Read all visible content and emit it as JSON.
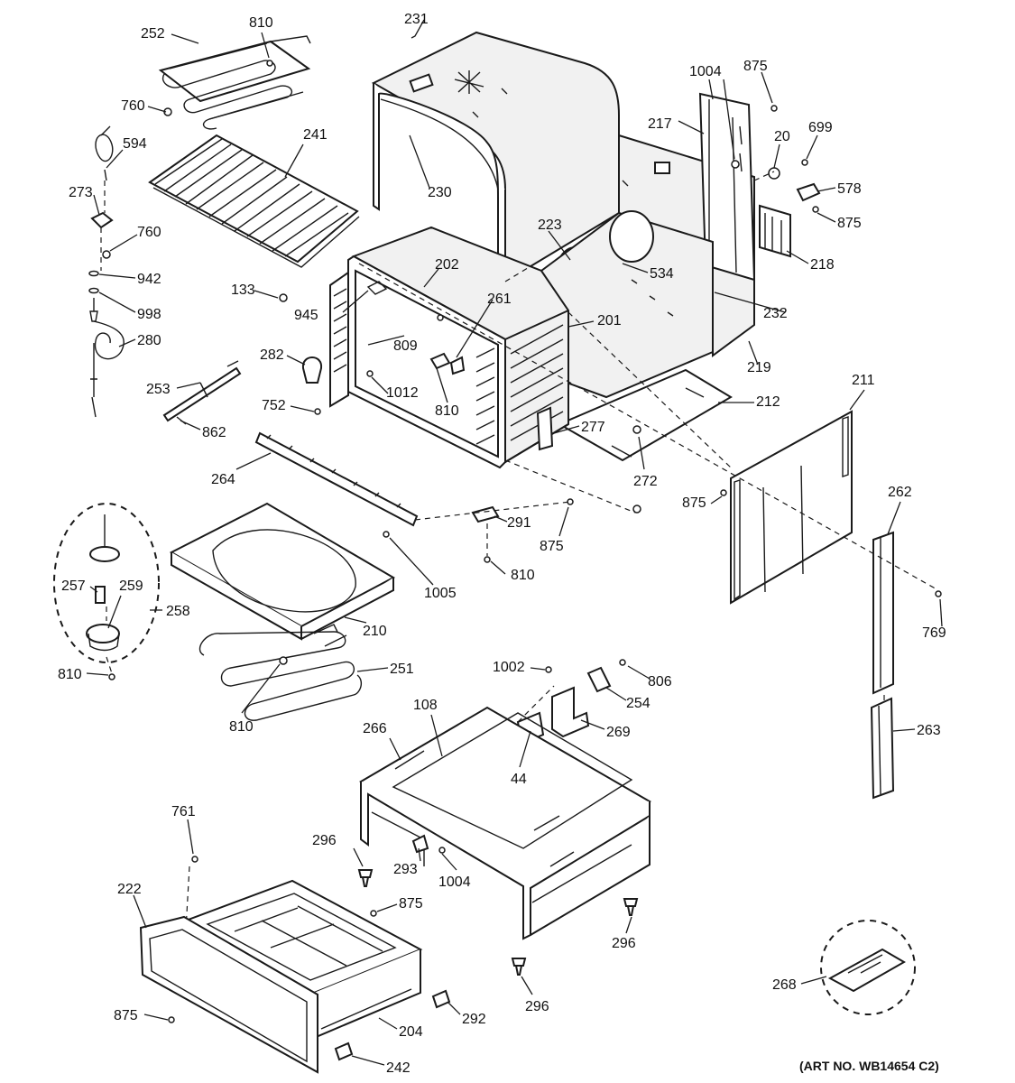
{
  "art_number": "(ART NO. WB14654 C2)",
  "parts": [
    {
      "id": "p252",
      "label": "252"
    },
    {
      "id": "p810a",
      "label": "810"
    },
    {
      "id": "p760a",
      "label": "760"
    },
    {
      "id": "p594",
      "label": "594"
    },
    {
      "id": "p241",
      "label": "241"
    },
    {
      "id": "p273",
      "label": "273"
    },
    {
      "id": "p760b",
      "label": "760"
    },
    {
      "id": "p942",
      "label": "942"
    },
    {
      "id": "p998",
      "label": "998"
    },
    {
      "id": "p280",
      "label": "280"
    },
    {
      "id": "p231",
      "label": "231"
    },
    {
      "id": "p230",
      "label": "230"
    },
    {
      "id": "p1004a",
      "label": "1004"
    },
    {
      "id": "p875a",
      "label": "875"
    },
    {
      "id": "p217",
      "label": "217"
    },
    {
      "id": "p20",
      "label": "20"
    },
    {
      "id": "p699",
      "label": "699"
    },
    {
      "id": "p578",
      "label": "578"
    },
    {
      "id": "p875b",
      "label": "875"
    },
    {
      "id": "p218",
      "label": "218"
    },
    {
      "id": "p223",
      "label": "223"
    },
    {
      "id": "p534",
      "label": "534"
    },
    {
      "id": "p232",
      "label": "232"
    },
    {
      "id": "p219",
      "label": "219"
    },
    {
      "id": "p133",
      "label": "133"
    },
    {
      "id": "p202",
      "label": "202"
    },
    {
      "id": "p945",
      "label": "945"
    },
    {
      "id": "p261",
      "label": "261"
    },
    {
      "id": "p201",
      "label": "201"
    },
    {
      "id": "p809",
      "label": "809"
    },
    {
      "id": "p282",
      "label": "282"
    },
    {
      "id": "p1012",
      "label": "1012"
    },
    {
      "id": "p810b",
      "label": "810"
    },
    {
      "id": "p253",
      "label": "253"
    },
    {
      "id": "p752",
      "label": "752"
    },
    {
      "id": "p862",
      "label": "862"
    },
    {
      "id": "p212",
      "label": "212"
    },
    {
      "id": "p211",
      "label": "211"
    },
    {
      "id": "p277",
      "label": "277"
    },
    {
      "id": "p272",
      "label": "272"
    },
    {
      "id": "p264",
      "label": "264"
    },
    {
      "id": "p875c",
      "label": "875"
    },
    {
      "id": "p262",
      "label": "262"
    },
    {
      "id": "p291",
      "label": "291"
    },
    {
      "id": "p875d",
      "label": "875"
    },
    {
      "id": "p1005",
      "label": "1005"
    },
    {
      "id": "p810c",
      "label": "810"
    },
    {
      "id": "p769",
      "label": "769"
    },
    {
      "id": "p257",
      "label": "257"
    },
    {
      "id": "p259",
      "label": "259"
    },
    {
      "id": "p258",
      "label": "258"
    },
    {
      "id": "p210",
      "label": "210"
    },
    {
      "id": "p810d",
      "label": "810"
    },
    {
      "id": "p251",
      "label": "251"
    },
    {
      "id": "p810e",
      "label": "810"
    },
    {
      "id": "p1002",
      "label": "1002"
    },
    {
      "id": "p806",
      "label": "806"
    },
    {
      "id": "p254",
      "label": "254"
    },
    {
      "id": "p108",
      "label": "108"
    },
    {
      "id": "p266",
      "label": "266"
    },
    {
      "id": "p269",
      "label": "269"
    },
    {
      "id": "p263",
      "label": "263"
    },
    {
      "id": "p44",
      "label": "44"
    },
    {
      "id": "p761",
      "label": "761"
    },
    {
      "id": "p296a",
      "label": "296"
    },
    {
      "id": "p293",
      "label": "293"
    },
    {
      "id": "p1004b",
      "label": "1004"
    },
    {
      "id": "p222",
      "label": "222"
    },
    {
      "id": "p875e",
      "label": "875"
    },
    {
      "id": "p296b",
      "label": "296"
    },
    {
      "id": "p292",
      "label": "292"
    },
    {
      "id": "p875f",
      "label": "875"
    },
    {
      "id": "p204",
      "label": "204"
    },
    {
      "id": "p296c",
      "label": "296"
    },
    {
      "id": "p268",
      "label": "268"
    },
    {
      "id": "p242",
      "label": "242"
    }
  ]
}
